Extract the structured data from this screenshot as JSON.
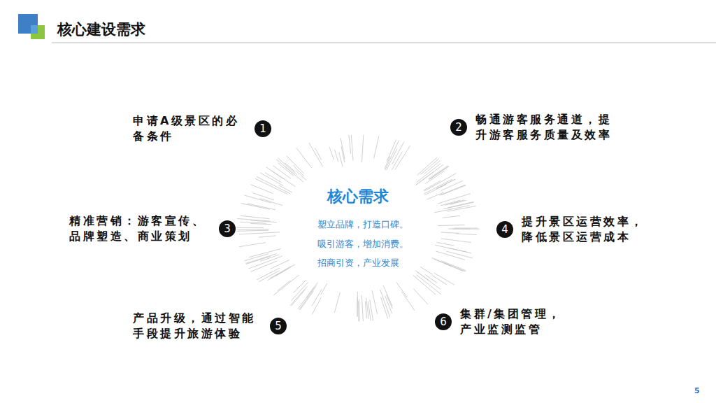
{
  "diagram": {
    "title": "核心建设需求",
    "nodes": [
      {
        "text": [
          "1",
          "申请A级景区的必备条件"
        ]
      },
      {
        "text": [
          "2",
          "畅通游客服务通道，提升游客服务质量及效率"
        ]
      },
      {
        "text": [
          "3",
          "精准营销：游客宣传、品牌塑造、商业策划"
        ]
      },
      {
        "text": [
          "4",
          "提升景区运营效率，降低景区运营成本"
        ]
      },
      {
        "text": [
          "5",
          "产品升级，通过智能手段提升旅游体验"
        ]
      },
      {
        "text": [
          "6",
          "集群/集团管理，产业监测监管"
        ]
      }
    ],
    "labels": [
      "核心需求",
      "塑立品牌，打造口碑。",
      "吸引游客，增加消费。",
      "招商引资，产业发展",
      "5"
    ]
  }
}
